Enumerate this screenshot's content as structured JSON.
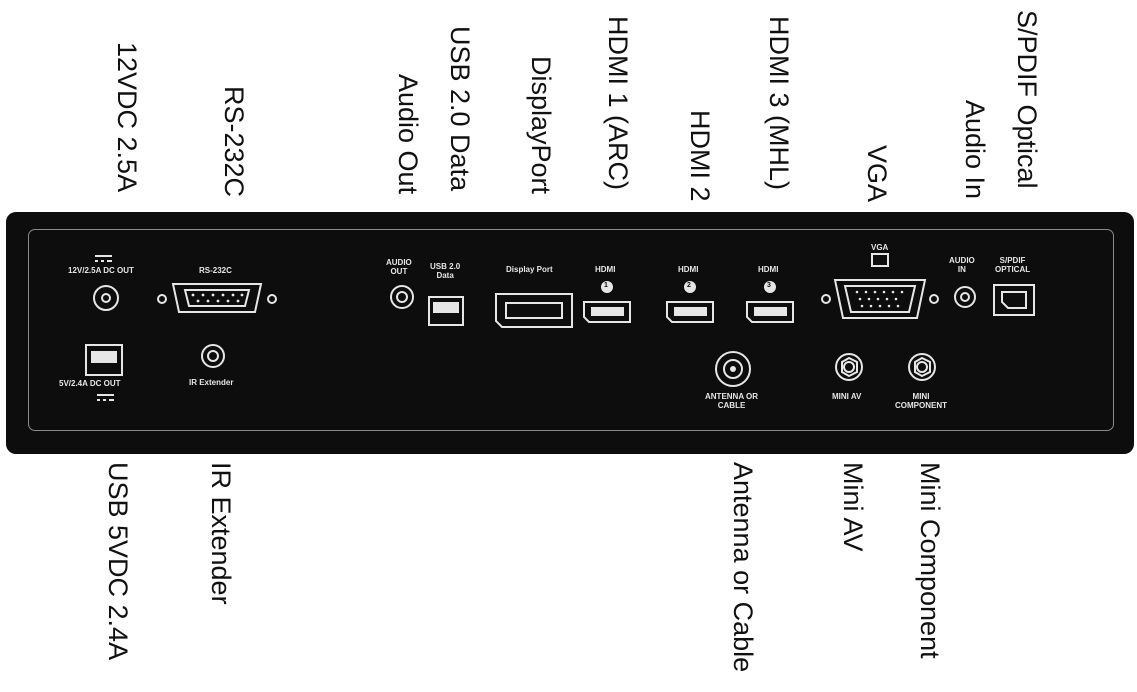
{
  "callouts": {
    "top": [
      {
        "id": "dc-out",
        "text": "12VDC 2.5A"
      },
      {
        "id": "rs232",
        "text": "RS-232C"
      },
      {
        "id": "audio-out",
        "text": "Audio Out"
      },
      {
        "id": "usb-data",
        "text": "USB 2.0 Data"
      },
      {
        "id": "displayport",
        "text": "DisplayPort"
      },
      {
        "id": "hdmi1",
        "text": "HDMI 1 (ARC)"
      },
      {
        "id": "hdmi2",
        "text": "HDMI 2"
      },
      {
        "id": "hdmi3",
        "text": "HDMI 3 (MHL)"
      },
      {
        "id": "vga",
        "text": "VGA"
      },
      {
        "id": "audio-in",
        "text": "Audio In"
      },
      {
        "id": "spdif",
        "text": "S/PDIF Optical"
      }
    ],
    "bottom": [
      {
        "id": "usb-power",
        "text": "USB 5VDC 2.4A"
      },
      {
        "id": "ir-ext",
        "text": "IR Extender"
      },
      {
        "id": "antenna",
        "text": "Antenna or Cable"
      },
      {
        "id": "mini-av",
        "text": "Mini AV"
      },
      {
        "id": "mini-comp",
        "text": "Mini Component"
      }
    ]
  },
  "panel": {
    "dc_out": "12V/2.5A DC OUT",
    "rs232": "RS-232C",
    "audio_out": "AUDIO\nOUT",
    "usb_data": "USB 2.0\nData",
    "displayport": "Display Port",
    "hdmi": "HDMI",
    "hdmi1_num": "1",
    "hdmi2_num": "2",
    "hdmi3_num": "3",
    "vga": "VGA",
    "audio_in": "AUDIO\nIN",
    "spdif": "S/PDIF\nOPTICAL",
    "usb_power": "5V/2.4A DC OUT",
    "ir_ext": "IR Extender",
    "antenna": "ANTENNA OR\nCABLE",
    "mini_av": "MINI AV",
    "mini_comp": "MINI\nCOMPONENT"
  },
  "colors": {
    "panel": "#0d0d0d",
    "port_outline": "#e6e6e6",
    "label": "#111111"
  }
}
